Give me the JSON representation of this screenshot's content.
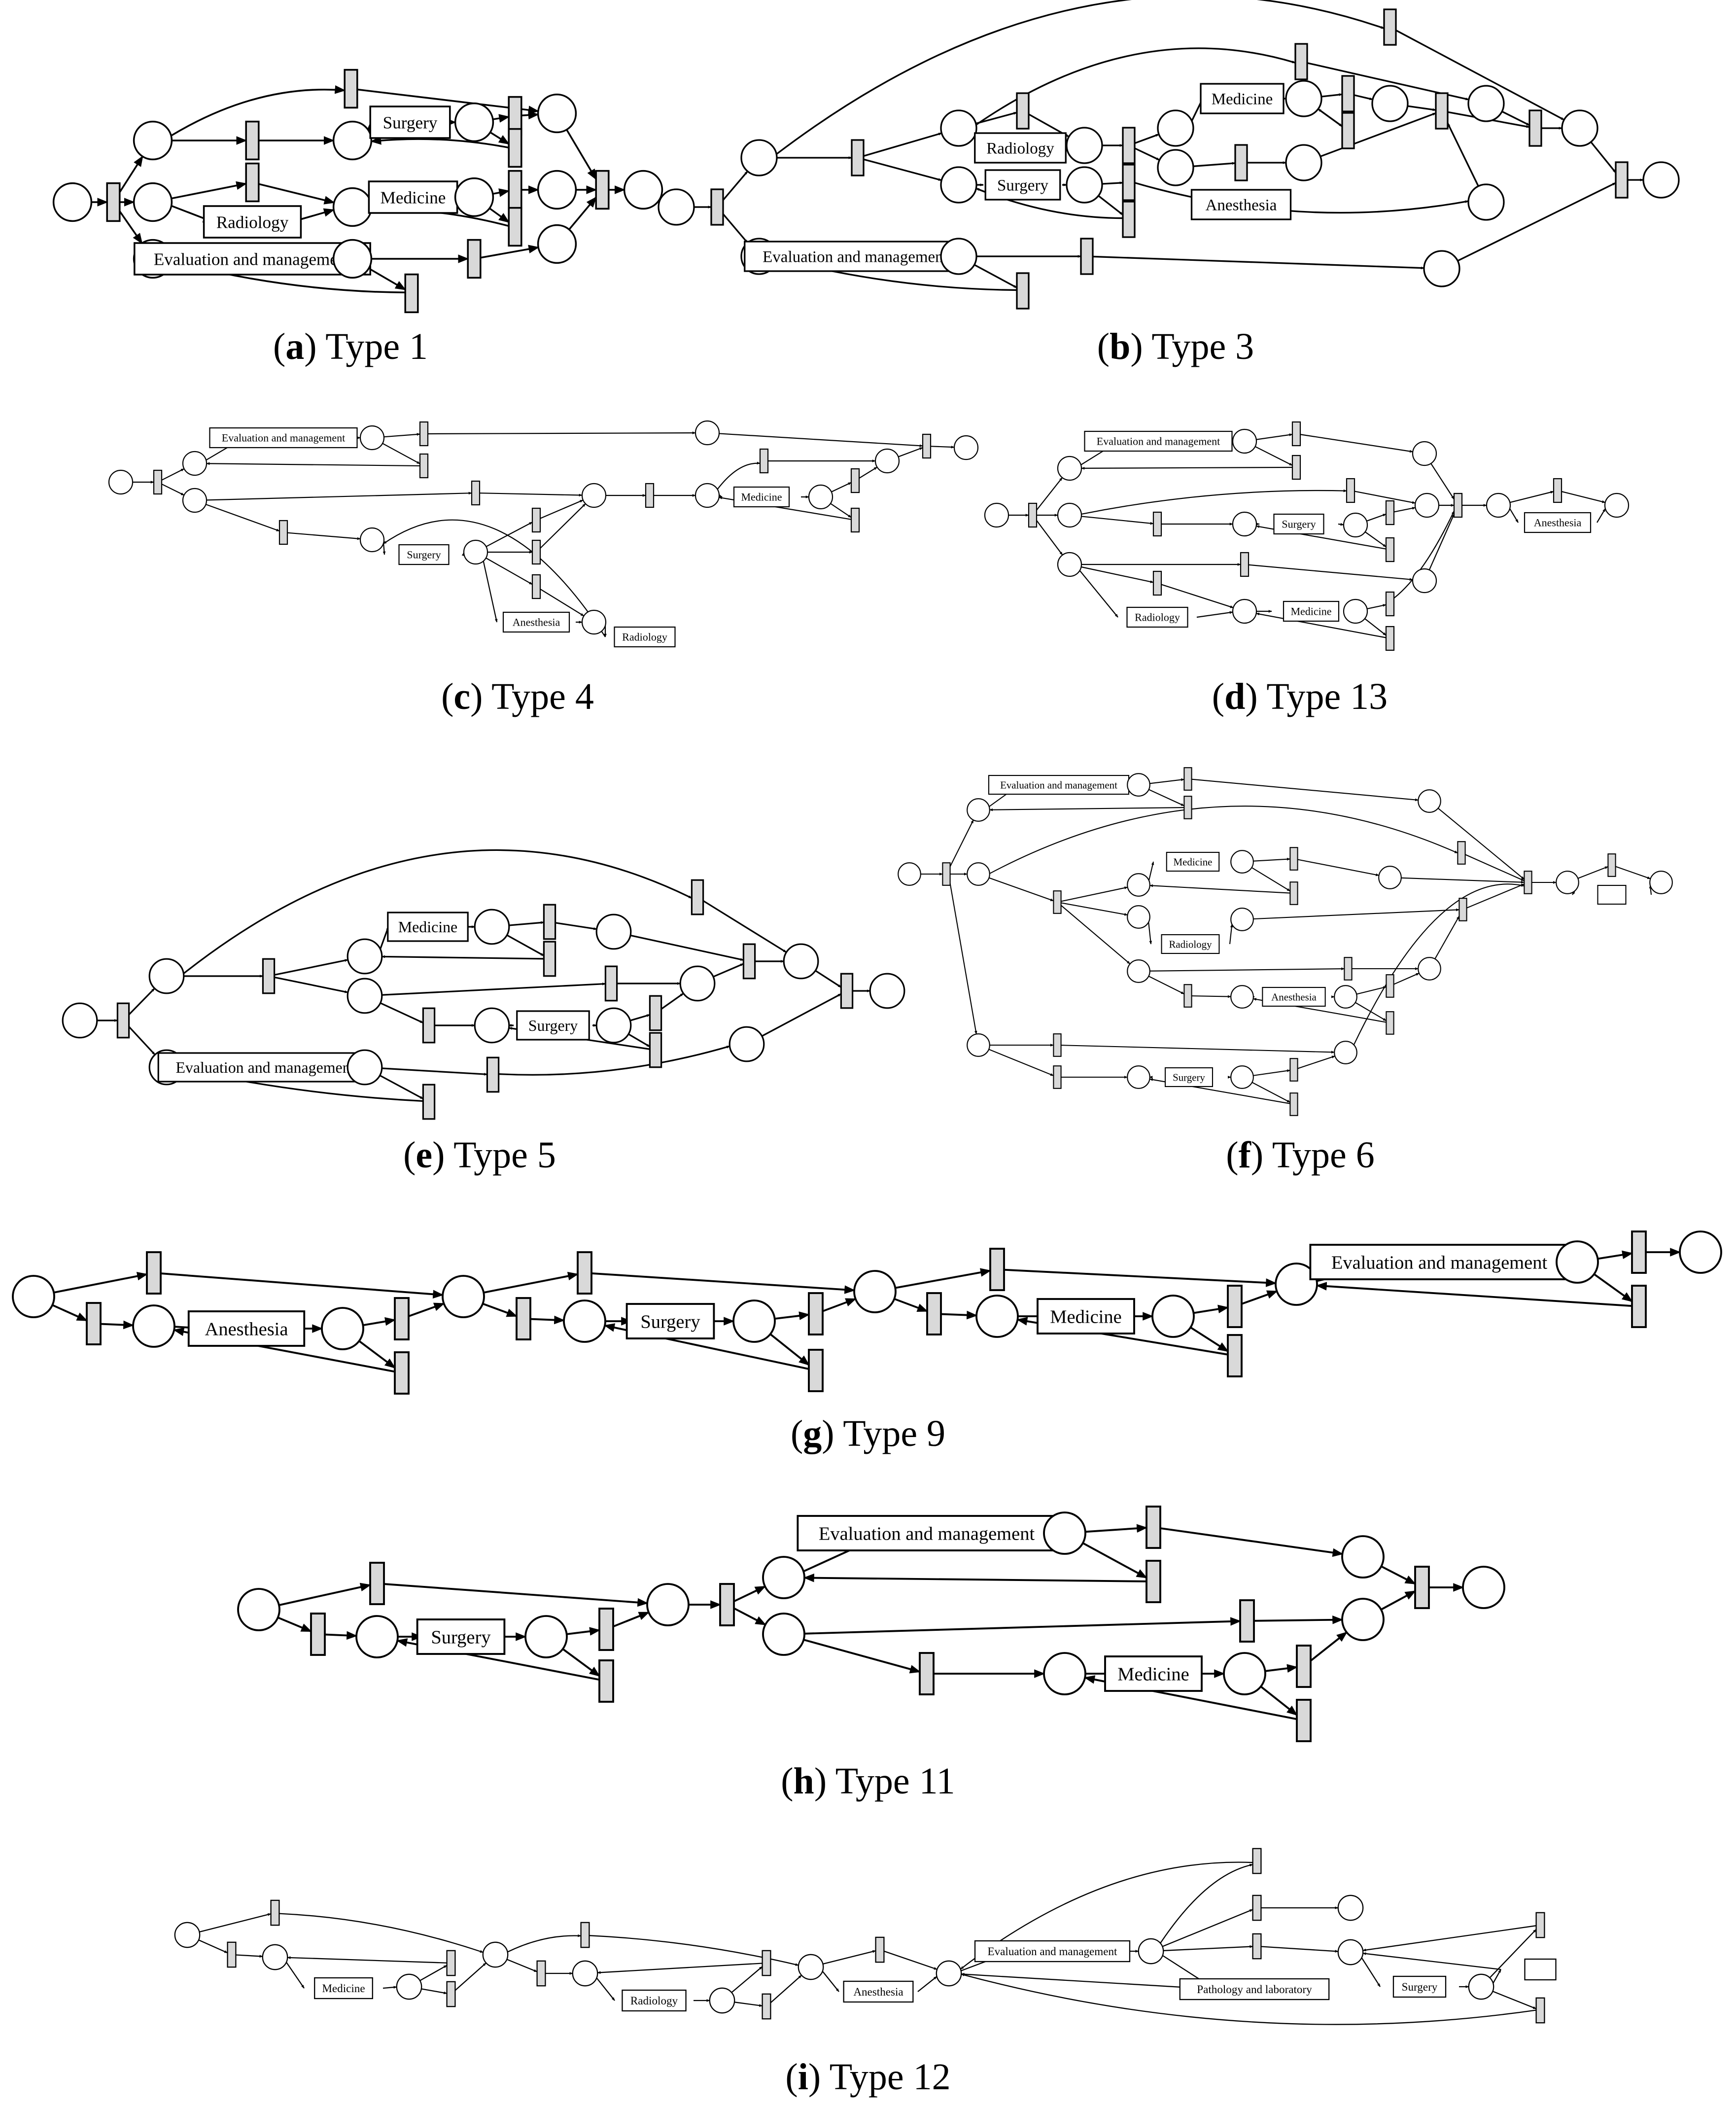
{
  "panels": [
    {
      "id": "a",
      "name": "Type 1",
      "labels": [
        "Surgery",
        "Medicine",
        "Radiology",
        "Evaluation and management"
      ]
    },
    {
      "id": "b",
      "name": "Type 3",
      "labels": [
        "Medicine",
        "Radiology",
        "Surgery",
        "Anesthesia",
        "Evaluation and management"
      ]
    },
    {
      "id": "c",
      "name": "Type 4",
      "labels": [
        "Evaluation and management",
        "Medicine",
        "Surgery",
        "Anesthesia",
        "Radiology"
      ]
    },
    {
      "id": "d",
      "name": "Type 13",
      "labels": [
        "Evaluation and management",
        "Anesthesia",
        "Surgery",
        "Radiology",
        "Medicine"
      ]
    },
    {
      "id": "e",
      "name": "Type 5",
      "labels": [
        "Medicine",
        "Surgery",
        "Evaluation and management"
      ]
    },
    {
      "id": "f",
      "name": "Type 6",
      "labels": [
        "Evaluation and management",
        "Medicine",
        "Radiology",
        "Anesthesia",
        "Surgery",
        ""
      ]
    },
    {
      "id": "g",
      "name": "Type 9",
      "labels": [
        "Evaluation and management",
        "Anesthesia",
        "Surgery",
        "Medicine"
      ]
    },
    {
      "id": "h",
      "name": "Type 11",
      "labels": [
        "Evaluation and management",
        "Surgery",
        "Medicine"
      ]
    },
    {
      "id": "i",
      "name": "Type 12",
      "labels": [
        "Evaluation and management",
        "Medicine",
        "Radiology",
        "Anesthesia",
        "Pathology and laboratory",
        "Surgery",
        ""
      ]
    }
  ]
}
